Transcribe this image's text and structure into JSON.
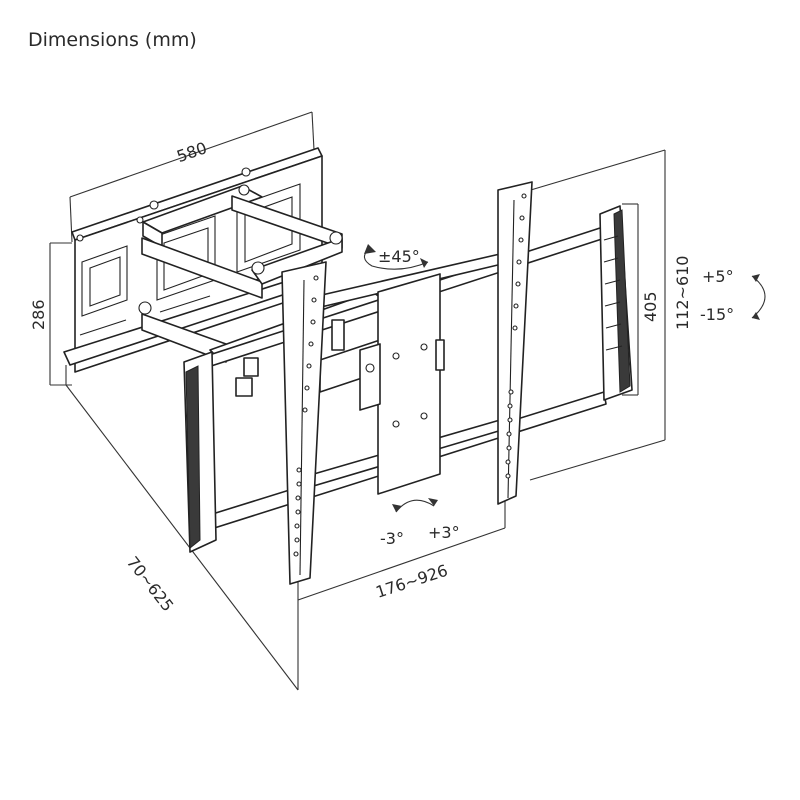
{
  "title": "Dimensions (mm)",
  "dimensions": {
    "wall_plate_width": "580",
    "wall_plate_height": "286",
    "extension": "70~625",
    "horizontal_spacing": "176~926",
    "vertical_spacing": "112~610",
    "arm_height": "405"
  },
  "angles": {
    "swivel": "±45°",
    "tilt_up": "+5°",
    "tilt_down": "-15°",
    "level_left": "-3°",
    "level_right": "+3°"
  },
  "colors": {
    "line": "#222222",
    "text": "#2a2a2a",
    "background": "#ffffff"
  }
}
